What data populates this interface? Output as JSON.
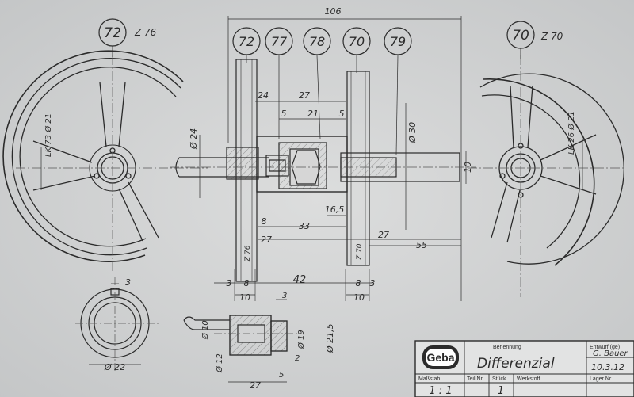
{
  "drawing": {
    "colors": {
      "paper": "#d3d4d5",
      "paper_light": "#dcdddd",
      "ink": "#2b2b2b",
      "ink_light": "#6a6a6a"
    },
    "balloons": [
      "72",
      "77",
      "78",
      "70",
      "79"
    ],
    "left_balloon": "72",
    "left_teeth": "Z 76",
    "right_balloon": "70",
    "right_teeth": "Z 70",
    "left_pitch_circle": "LK 73 Ø 21",
    "right_pitch_circle": "LK 26 Ø 21",
    "dims": {
      "overall": "106",
      "d24": "24",
      "d27_top": "27",
      "d5_a": "5",
      "d21": "21",
      "d5_b": "5",
      "phi24": "Ø 24",
      "phi30": "Ø 30",
      "phi10": "10",
      "d16_5": "16,5",
      "d8_a": "8",
      "d33": "33",
      "d27_mid": "27",
      "d27_right": "27",
      "d55": "55",
      "z76_label": "Z 76",
      "z70_label": "Z 70",
      "d3_left": "3",
      "d8_left": "8",
      "d42": "42",
      "d8_right": "8",
      "d3_right": "3",
      "d10_left": "10",
      "d10_right": "10",
      "d3_hub": "3",
      "d3_small": "3",
      "phi22": "Ø 22",
      "phi10_hub": "Ø 10",
      "phi12": "Ø 12",
      "phi19": "Ø 19",
      "phi21_5": "Ø 21,5",
      "d2": "2",
      "d5_bottom": "5",
      "d27_bottom": "27"
    }
  },
  "title_block": {
    "logo": "Geba",
    "benennung_label": "Benennung",
    "title": "Differenzial",
    "entwurf_label": "Entwurf (ge)",
    "designer": "G. Bauer",
    "date": "10.3.12",
    "lager_label": "Lager Nr.",
    "massstab_label": "Maßstab",
    "teil_label": "Teil Nr.",
    "stueck_label": "Stück",
    "werkstoff_label": "Werkstoff",
    "scale": "1 : 1",
    "count": "1"
  }
}
